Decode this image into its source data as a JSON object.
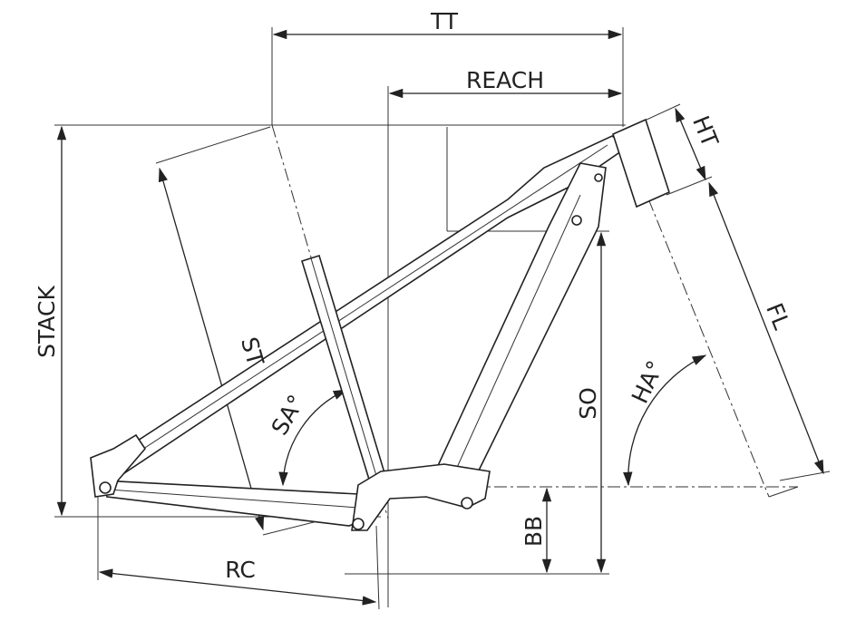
{
  "diagram": {
    "title": "Bicycle frame geometry",
    "labels": {
      "tt": "TT",
      "reach": "REACH",
      "ht": "HT",
      "stack": "STACK",
      "st": "ST",
      "sa": "SA°",
      "so": "SO",
      "ha": "HA°",
      "fl": "FL",
      "bb": "BB",
      "rc": "RC"
    },
    "line_color": "#222222"
  }
}
